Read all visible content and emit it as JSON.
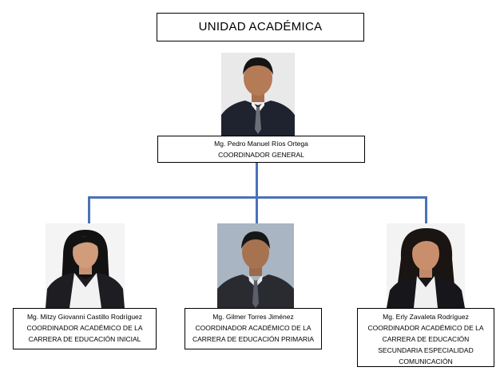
{
  "header": {
    "title": "UNIDAD ACADÉMICA"
  },
  "colors": {
    "connector": "#4a72b8",
    "border": "#000000"
  },
  "general": {
    "name": "Mg. Pedro Manuel Ríos Ortega",
    "role": "COORDINADOR GENERAL"
  },
  "coordinators": [
    {
      "name": "Mg. Mitzy Giovanni Castillo Rodríguez",
      "lines": [
        "COORDINADOR ACADÉMICO DE LA",
        "CARRERA DE EDUCACIÓN INICIAL"
      ]
    },
    {
      "name": "Mg. Gilmer Torres Jiménez",
      "lines": [
        "COORDINADOR ACADÉMICO DE LA",
        "CARRERA DE EDUCACIÓN PRIMARIA"
      ]
    },
    {
      "name": "Mg. Erly Zavaleta Rodríguez",
      "lines": [
        "COORDINADOR ACADÉMICO DE LA",
        "CARRERA DE EDUCACIÓN",
        "SECUNDARIA ESPECIALIDAD",
        "COMUNICACIÓN"
      ]
    }
  ]
}
